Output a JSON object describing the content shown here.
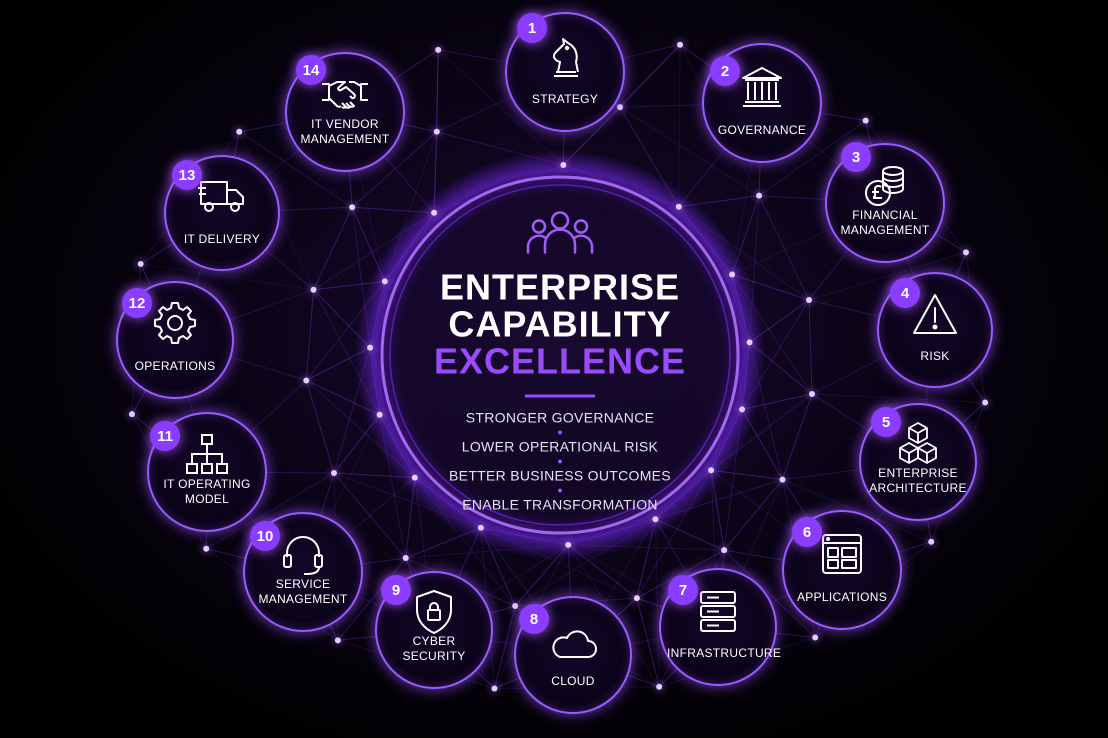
{
  "center": {
    "title_line1": "ENTERPRISE",
    "title_line2": "CAPABILITY",
    "title_highlight": "EXCELLENCE",
    "icon": "people-group-icon",
    "benefits": [
      "STRONGER GOVERNANCE",
      "LOWER OPERATIONAL RISK",
      "BETTER BUSINESS OUTCOMES",
      "ENABLE TRANSFORMATION"
    ]
  },
  "capabilities": [
    {
      "number": "1",
      "label": "STRATEGY",
      "icon": "chess-knight-icon"
    },
    {
      "number": "2",
      "label": "GOVERNANCE",
      "icon": "institution-icon"
    },
    {
      "number": "3",
      "label": "FINANCIAL\nMANAGEMENT",
      "icon": "coins-pound-icon"
    },
    {
      "number": "4",
      "label": "RISK",
      "icon": "warning-triangle-icon"
    },
    {
      "number": "5",
      "label": "ENTERPRISE\nARCHITECTURE",
      "icon": "cubes-icon"
    },
    {
      "number": "6",
      "label": "APPLICATIONS",
      "icon": "app-window-icon"
    },
    {
      "number": "7",
      "label": "INFRASTRUCTURE",
      "icon": "server-rack-icon"
    },
    {
      "number": "8",
      "label": "CLOUD",
      "icon": "cloud-icon"
    },
    {
      "number": "9",
      "label": "CYBER\nSECURITY",
      "icon": "shield-lock-icon"
    },
    {
      "number": "10",
      "label": "SERVICE\nMANAGEMENT",
      "icon": "headset-icon"
    },
    {
      "number": "11",
      "label": "IT OPERATING\nMODEL",
      "icon": "org-chart-icon"
    },
    {
      "number": "12",
      "label": "OPERATIONS",
      "icon": "gear-icon"
    },
    {
      "number": "13",
      "label": "IT DELIVERY",
      "icon": "delivery-truck-icon"
    },
    {
      "number": "14",
      "label": "IT VENDOR\nMANAGEMENT",
      "icon": "handshake-icon"
    }
  ],
  "colors": {
    "accent": "#9a4bff",
    "badge": "#8a3cff",
    "background": "#000000",
    "text": "#ffffff"
  }
}
